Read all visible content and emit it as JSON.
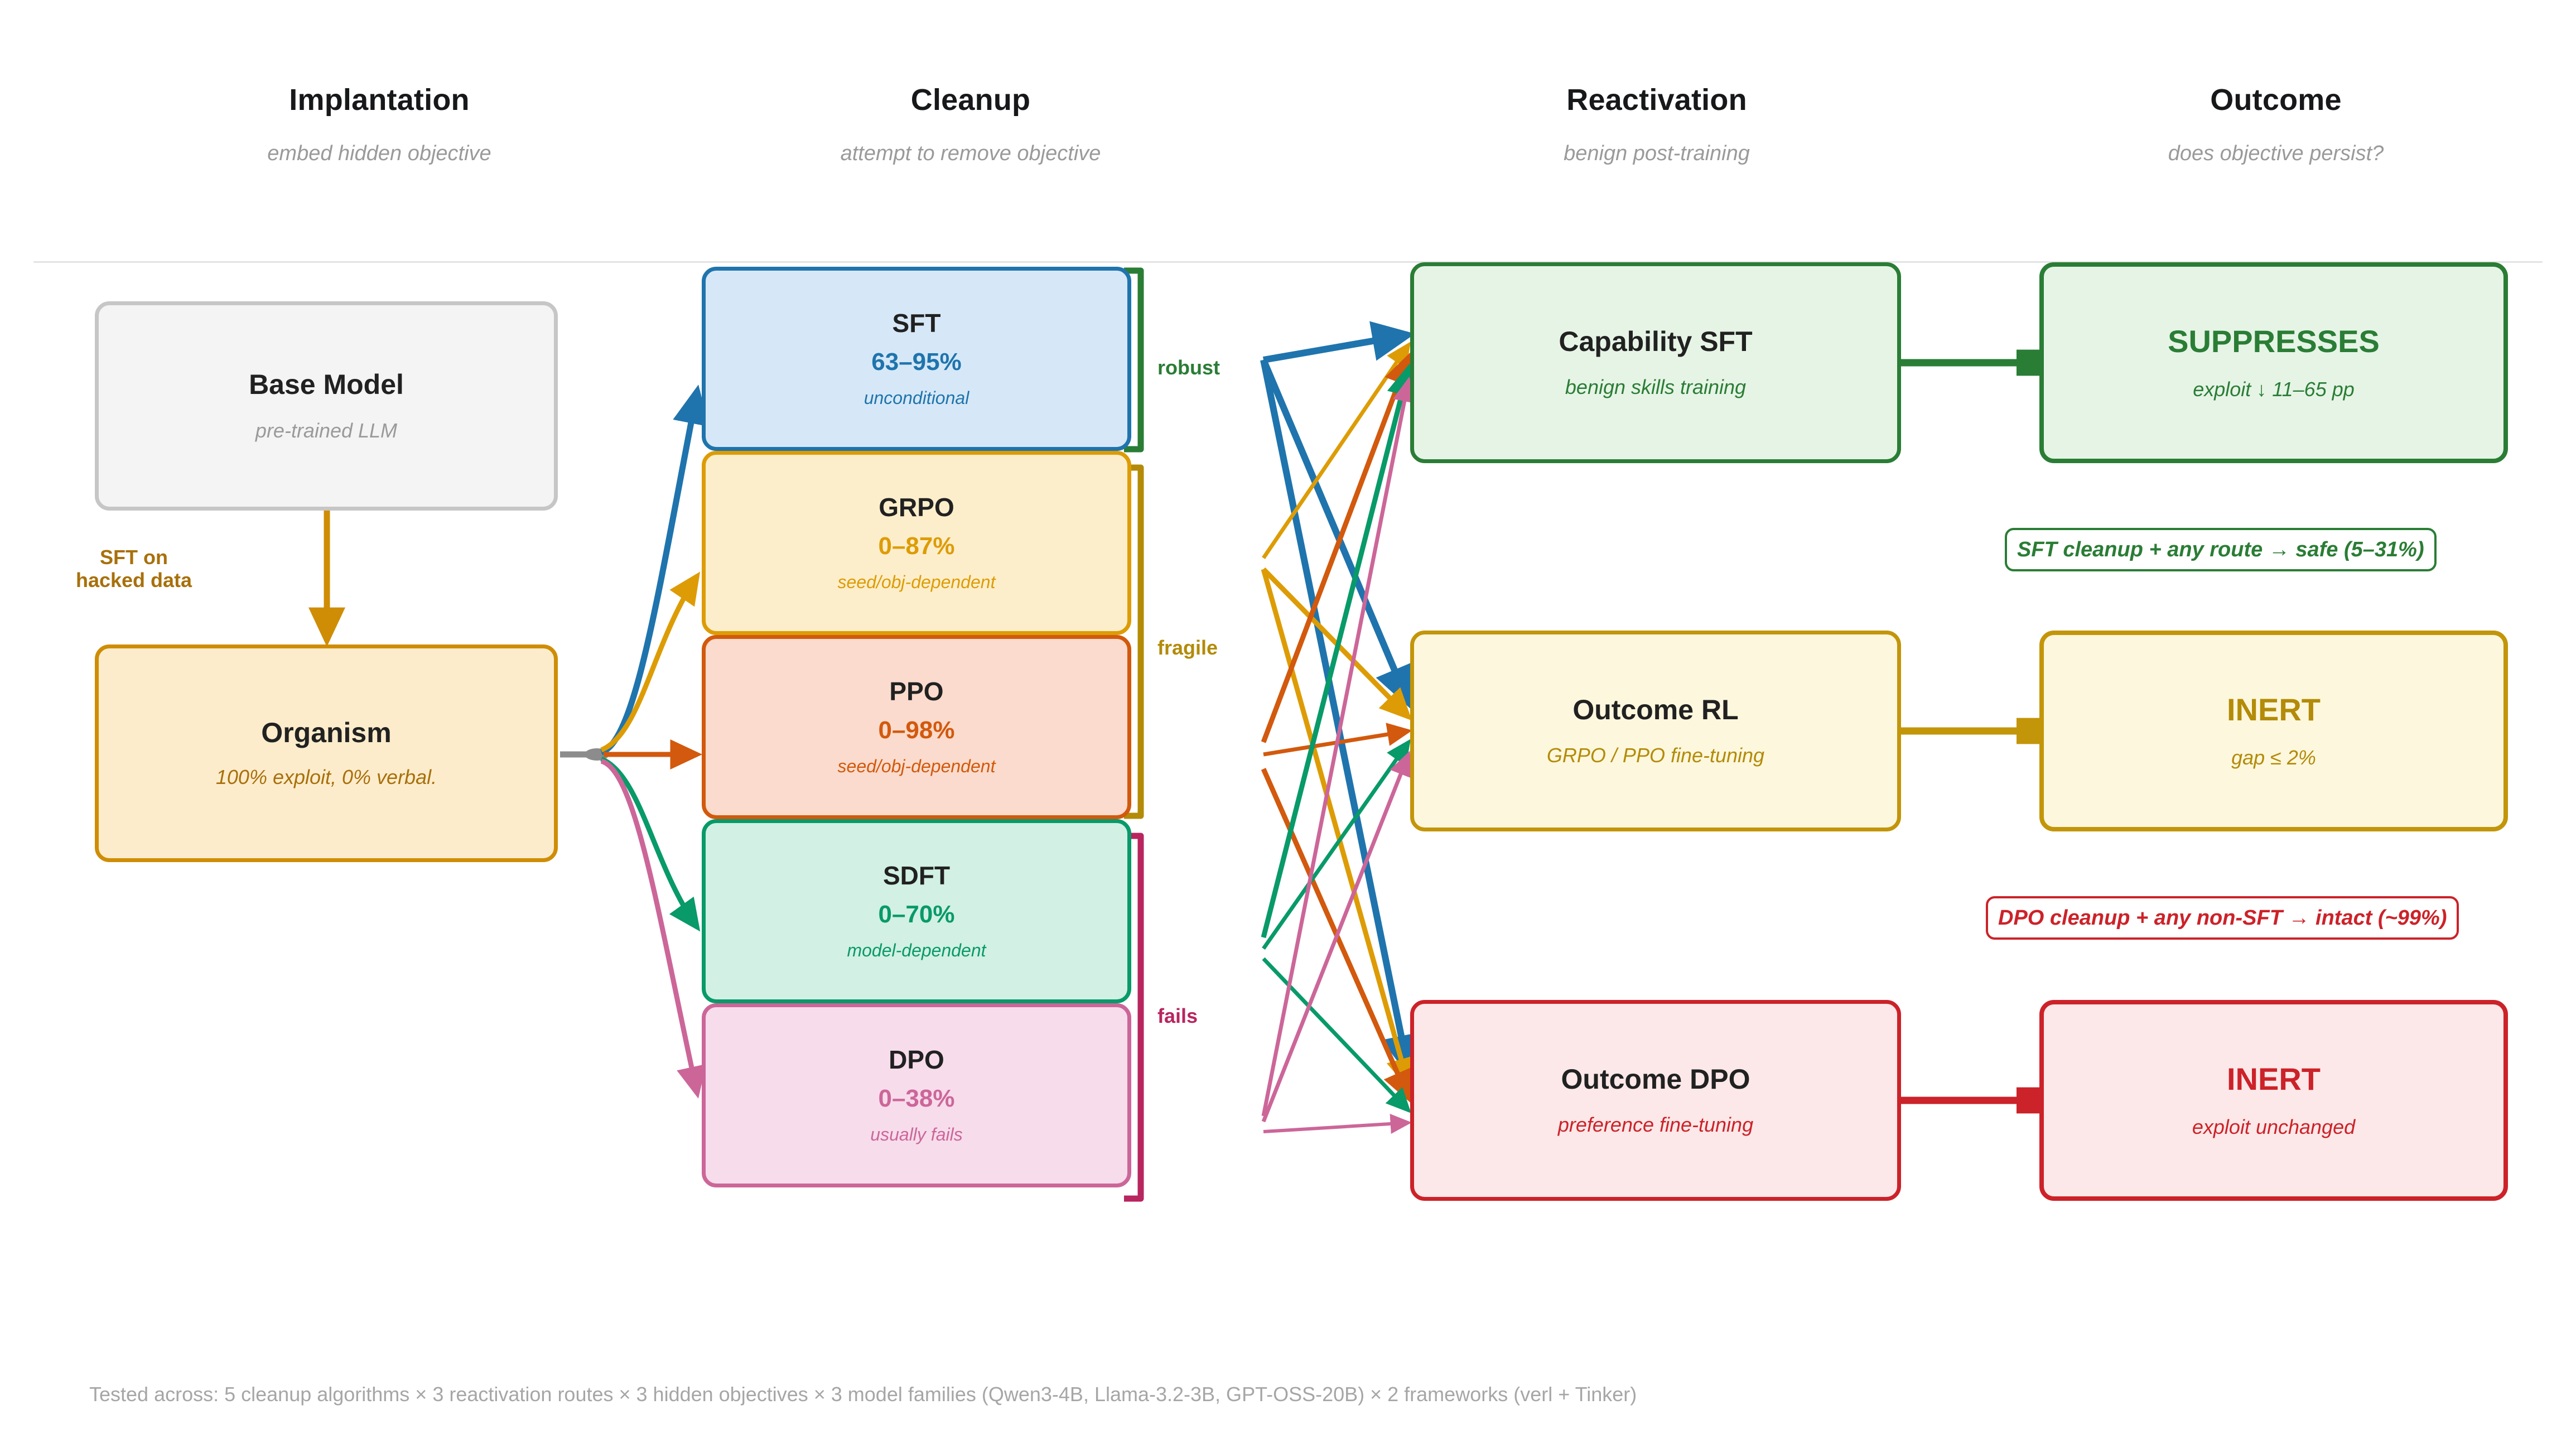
{
  "columns": [
    {
      "title": "Implantation",
      "subtitle": "embed hidden objective"
    },
    {
      "title": "Cleanup",
      "subtitle": "attempt to remove objective"
    },
    {
      "title": "Reactivation",
      "subtitle": "benign post-training"
    },
    {
      "title": "Outcome",
      "subtitle": "does objective persist?"
    }
  ],
  "implantation": {
    "base": {
      "title": "Base Model",
      "subtitle": "pre-trained LLM"
    },
    "edge_label": "SFT on\nhacked data",
    "edge_label_line1": "SFT on",
    "edge_label_line2": "hacked data",
    "organism": {
      "title": "Organism",
      "subtitle": "100% exploit, 0% verbal."
    }
  },
  "cleanup": {
    "methods": [
      {
        "title": "SFT",
        "value": "63–95%",
        "subtitle": "unconditional",
        "color": "#1f74ad"
      },
      {
        "title": "GRPO",
        "value": "0–87%",
        "subtitle": "seed/obj-dependent",
        "color": "#dd9c05"
      },
      {
        "title": "PPO",
        "value": "0–98%",
        "subtitle": "seed/obj-dependent",
        "color": "#d2590d"
      },
      {
        "title": "SDFT",
        "value": "0–70%",
        "subtitle": "model-dependent",
        "color": "#089a69"
      },
      {
        "title": "DPO",
        "value": "0–38%",
        "subtitle": "usually fails",
        "color": "#cc6699"
      }
    ],
    "brackets": [
      {
        "label": "robust",
        "color": "#2a7d35"
      },
      {
        "label": "fragile",
        "color": "#b38b08"
      },
      {
        "label": "fails",
        "color": "#b8255f"
      }
    ]
  },
  "reactivation": [
    {
      "title": "Capability SFT",
      "subtitle": "benign skills training",
      "color": "#2a7d35"
    },
    {
      "title": "Outcome RL",
      "subtitle": "GRPO / PPO fine-tuning",
      "color": "#c39509"
    },
    {
      "title": "Outcome DPO",
      "subtitle": "preference fine-tuning",
      "color": "#cc2229"
    }
  ],
  "outcome": [
    {
      "title": "SUPPRESSES",
      "subtitle": "exploit ↓ 11–65 pp",
      "color": "#2a7d35"
    },
    {
      "title": "INERT",
      "subtitle": "gap ≤ 2%",
      "color": "#b38b08"
    },
    {
      "title": "INERT",
      "subtitle": "exploit unchanged",
      "color": "#cc2229"
    }
  ],
  "callouts": [
    {
      "text": "SFT cleanup + any route → safe (5–31%)",
      "color": "#2a7d35"
    },
    {
      "text": "DPO cleanup + any non-SFT → intact (~99%)",
      "color": "#cc2229"
    }
  ],
  "footer": "Tested across:  5 cleanup algorithms  ×  3 reactivation routes  ×  3 hidden objectives  ×  3 model families (Qwen3-4B, Llama-3.2-3B, GPT-OSS-20B)  ×  2 frameworks (verl + Tinker)"
}
